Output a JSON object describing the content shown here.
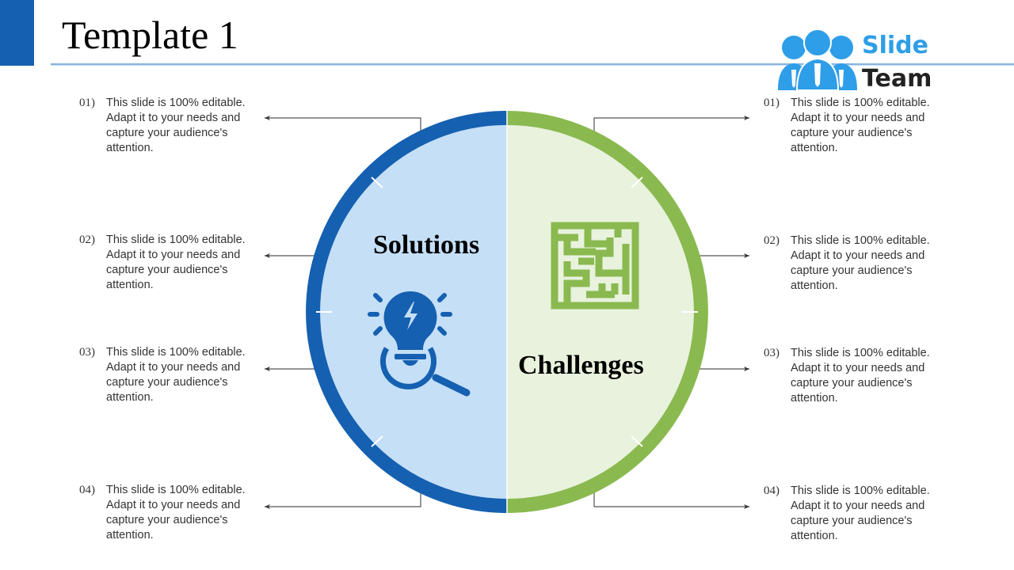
{
  "header": {
    "title": "Template 1",
    "accent_color": "#1560b0"
  },
  "logo": {
    "line1": "Slide",
    "line2": "Team",
    "icon": "people-group-icon",
    "color": "#2f9ee8"
  },
  "diagram": {
    "left": {
      "heading": "Solutions",
      "icon": "lightbulb-search-icon",
      "ring_color": "#1560b0",
      "fill_color": "#c5dff7",
      "items": [
        {
          "num": "01)",
          "text": "This slide is 100% editable. Adapt it to your needs and capture your audience's attention."
        },
        {
          "num": "02)",
          "text": "This slide is 100% editable. Adapt it to your needs and capture your audience's attention."
        },
        {
          "num": "03)",
          "text": "This slide is 100% editable. Adapt it to your needs and capture your audience's attention."
        },
        {
          "num": "04)",
          "text": "This slide is 100% editable. Adapt it to your needs and capture your audience's attention."
        }
      ]
    },
    "right": {
      "heading": "Challenges",
      "icon": "maze-icon",
      "ring_color": "#8ab950",
      "fill_color": "#e8f2dd",
      "items": [
        {
          "num": "01)",
          "text": "This slide is 100% editable. Adapt it to your needs and capture your audience's attention."
        },
        {
          "num": "02)",
          "text": "This slide is 100% editable. Adapt it to your needs and capture your audience's attention."
        },
        {
          "num": "03)",
          "text": "This slide is 100% editable. Adapt it to your needs and capture your audience's attention."
        },
        {
          "num": "04)",
          "text": "This slide is 100% editable. Adapt it to your needs and capture your audience's attention."
        }
      ]
    }
  }
}
